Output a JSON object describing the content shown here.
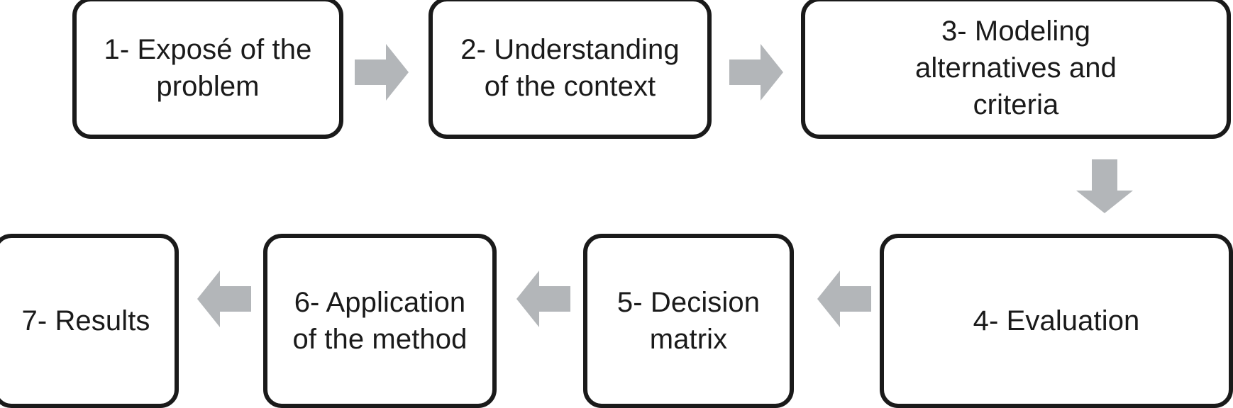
{
  "diagram": {
    "title": "Decision-making methodology flowchart",
    "orientation": "serpentine: left-to-right top row, right-to-left bottom row",
    "colors": {
      "box_border": "#1a1a1a",
      "box_fill": "#ffffff",
      "arrow_fill": "#b3b6b9",
      "text": "#1a1a1a",
      "background": "#ffffff"
    },
    "nodes": [
      {
        "id": "step-1",
        "number": "1",
        "label": "1- Exposé of the\nproblem",
        "lines": [
          "1- Exposé of the",
          "problem"
        ]
      },
      {
        "id": "step-2",
        "number": "2",
        "label": "2- Understanding\nof the context",
        "lines": [
          "2- Understanding",
          "of the context"
        ]
      },
      {
        "id": "step-3",
        "number": "3",
        "label": "3- Modeling\nalternatives and\ncriteria",
        "lines": [
          "3- Modeling",
          "alternatives and",
          "criteria"
        ]
      },
      {
        "id": "step-4",
        "number": "4",
        "label": "4- Evaluation",
        "lines": [
          "4- Evaluation"
        ]
      },
      {
        "id": "step-5",
        "number": "5",
        "label": "5- Decision\nmatrix",
        "lines": [
          "5- Decision",
          "matrix"
        ]
      },
      {
        "id": "step-6",
        "number": "6",
        "label": "6- Application\nof the method",
        "lines": [
          "6- Application",
          "of the method"
        ]
      },
      {
        "id": "step-7",
        "number": "7",
        "label": "7- Results",
        "lines": [
          "7- Results"
        ]
      }
    ],
    "connectors": [
      {
        "id": "arrow-1-to-2",
        "from": "step-1",
        "to": "step-2",
        "direction": "right"
      },
      {
        "id": "arrow-2-to-3",
        "from": "step-2",
        "to": "step-3",
        "direction": "right"
      },
      {
        "id": "arrow-3-to-4",
        "from": "step-3",
        "to": "step-4",
        "direction": "down"
      },
      {
        "id": "arrow-4-to-5",
        "from": "step-4",
        "to": "step-5",
        "direction": "left"
      },
      {
        "id": "arrow-5-to-6",
        "from": "step-5",
        "to": "step-6",
        "direction": "left"
      },
      {
        "id": "arrow-6-to-7",
        "from": "step-6",
        "to": "step-7",
        "direction": "left"
      }
    ]
  }
}
